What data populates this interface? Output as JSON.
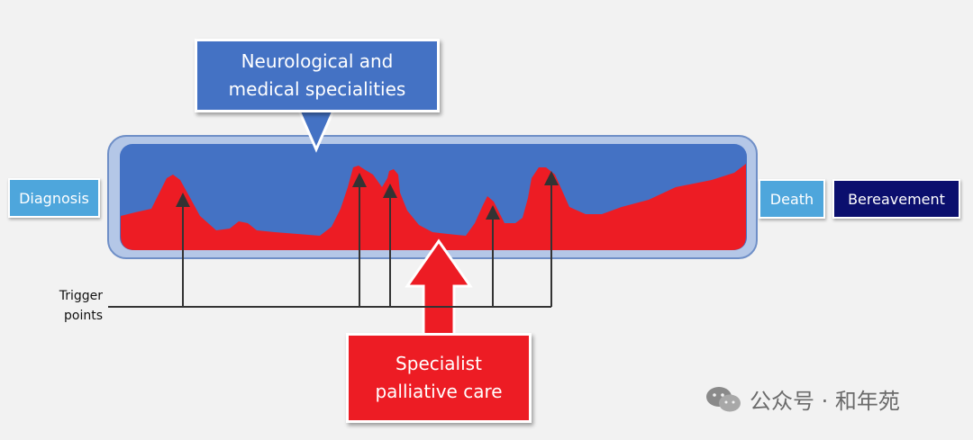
{
  "labels": {
    "neurological": [
      "Neurological and",
      "medical specialities"
    ],
    "specialist": [
      "Specialist",
      "palliative care"
    ],
    "diagnosis": "Diagnosis",
    "death": "Death",
    "bereavement": "Bereavement",
    "trigger_points": [
      "Trigger",
      "points"
    ]
  },
  "watermark": {
    "text": "公众号 · 和年苑"
  },
  "colors": {
    "blue_care": "#4472c4",
    "red_care": "#ed1c24",
    "diagnosis": "#4ea6dc",
    "death": "#4ea6dc",
    "bereavement": "#0b0f6e",
    "frame": "#b4c7e7"
  },
  "trigger_point_count": 5
}
